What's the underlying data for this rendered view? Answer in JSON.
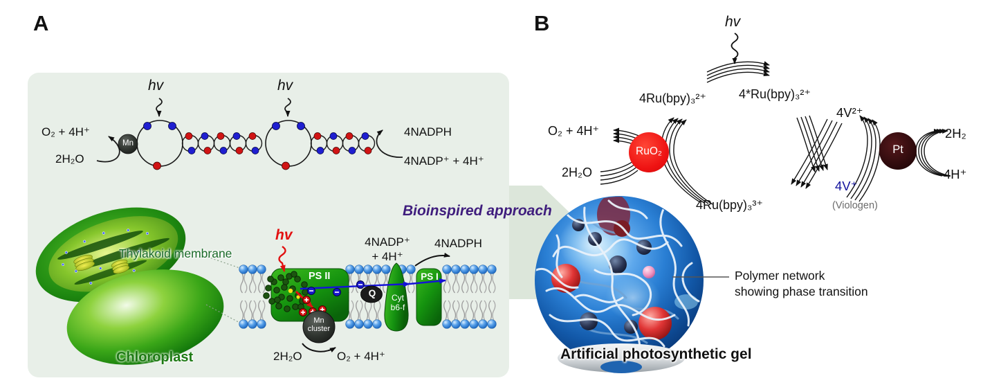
{
  "colors": {
    "panel_bg": "#e8efe8",
    "block_arrow": "#dce6da",
    "bioinspired_text": "#3f1d7d",
    "ruo2_red": "#ed1515",
    "pt_dark": "#2d0a0c",
    "viologen_blue": "#15159e",
    "green_label": "#1b6b2a",
    "electron_blue": "#1a18cc",
    "proton_red": "#d51313",
    "hv_red": "#e21111"
  },
  "panel_a": {
    "label": "A",
    "z_scheme": {
      "hv_left": "hv",
      "hv_right": "hv",
      "mn": "Mn",
      "o2": "O₂ + 4H⁺",
      "h2o": "2H₂O",
      "nadph": "4NADPH",
      "nadp": "4NADP⁺ + 4H⁺"
    },
    "thylakoid_label": "Thylakoid membrane",
    "chloroplast_label": "Chloroplast",
    "membrane": {
      "hv": "hv",
      "ps2": "PS II",
      "ps1": "PS I",
      "q": "Q",
      "cyt_line1": "Cyt",
      "cyt_line2": "b6-f",
      "mn_cluster_line1": "Mn",
      "mn_cluster_line2": "cluster",
      "nadp_line1": "4NADP⁺",
      "nadp_line2": "+ 4H⁺",
      "nadph": "4NADPH",
      "h2o": "2H₂O",
      "o2": "O₂ + 4H⁺"
    }
  },
  "bridge": {
    "label": "Bioinspired approach"
  },
  "panel_b": {
    "label": "B",
    "hv": "hv",
    "ru2": "4Ru(bpy)₃²⁺",
    "ru2_excited": "4*Ru(bpy)₃²⁺",
    "ru3": "4Ru(bpy)₃³⁺",
    "ruo2": "RuO₂",
    "o2": "O₂ + 4H⁺",
    "h2o": "2H₂O",
    "v2": "4V²⁺",
    "v1": "4V⁺",
    "viologen": "(Viologen)",
    "pt": "Pt",
    "h2": "2H₂",
    "h4": "4H⁺",
    "polymer_line1": "Polymer network",
    "polymer_line2": "showing phase transition",
    "gel_label": "Artificial photosynthetic gel"
  }
}
